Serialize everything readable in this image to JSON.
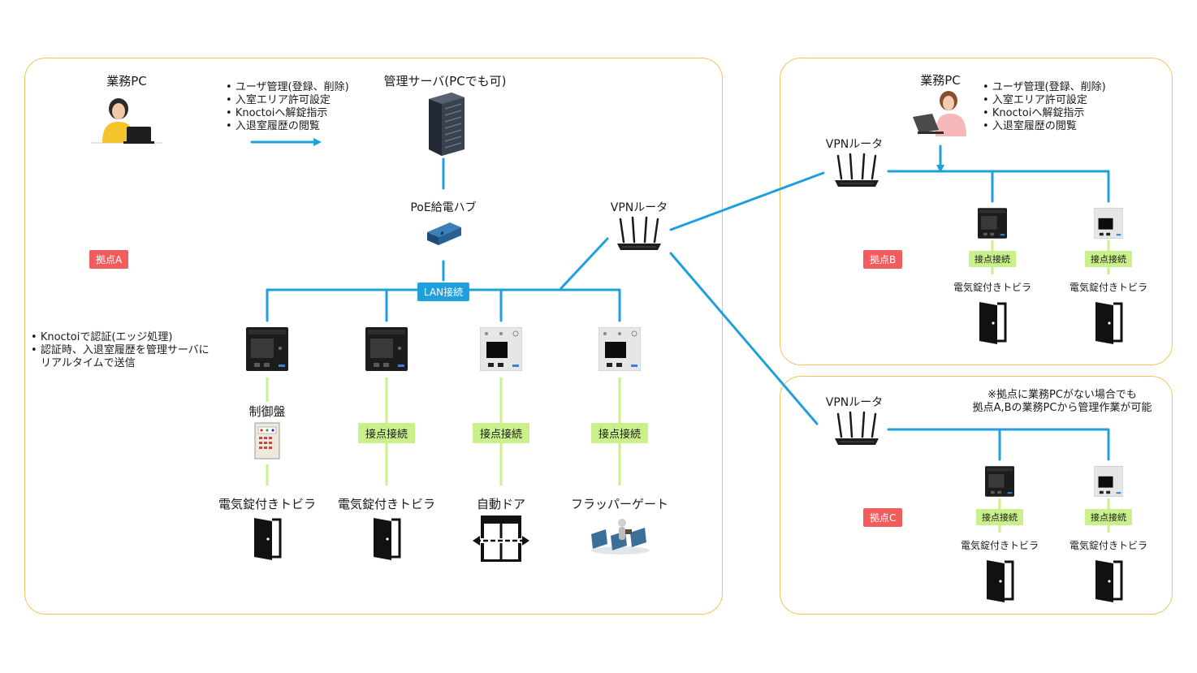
{
  "site_a": {
    "badge": "拠点A",
    "business_pc_label": "業務PC",
    "pc_tasks": [
      "ユーザ管理(登録、削除)",
      "入室エリア許可設定",
      "Knoctoiへ解錠指示",
      "入退室履歴の閲覧"
    ],
    "server_label": "管理サーバ(PCでも可)",
    "poe_hub_label": "PoE給電ハブ",
    "vpn_router_label": "VPNルータ",
    "lan_label": "LAN接続",
    "device_notes": [
      "Knoctoiで認証(エッジ処理)",
      "認証時、入退室履歴を管理サーバに",
      "リアルタイムで送信"
    ],
    "control_panel_label": "制御盤",
    "contact_label": "接点接続",
    "targets": [
      "電気錠付きトビラ",
      "電気錠付きトビラ",
      "自動ドア",
      "フラッパーゲート"
    ]
  },
  "site_b": {
    "badge": "拠点B",
    "business_pc_label": "業務PC",
    "pc_tasks": [
      "ユーザ管理(登録、削除)",
      "入室エリア許可設定",
      "Knoctoiへ解錠指示",
      "入退室履歴の閲覧"
    ],
    "vpn_router_label": "VPNルータ",
    "contact_label": "接点接続",
    "targets": [
      "電気錠付きトビラ",
      "電気錠付きトビラ"
    ]
  },
  "site_c": {
    "badge": "拠点C",
    "vpn_router_label": "VPNルータ",
    "note_line1": "※拠点に業務PCがない場合でも",
    "note_line2": "拠点A,Bの業務PCから管理作業が可能",
    "contact_label": "接点接続",
    "targets": [
      "電気錠付きトビラ",
      "電気錠付きトビラ"
    ]
  },
  "colors": {
    "region_border": "#f4c45a",
    "network_line": "#1fa0dc",
    "contact_line": "#c9f08a",
    "site_badge": "#f15c5c"
  },
  "icons": [
    "woman-laptop-icon",
    "server-rack-icon",
    "poe-hub-icon",
    "router-icon",
    "access-terminal-icon",
    "control-panel-icon",
    "door-icon",
    "automatic-door-icon",
    "flapper-gate-icon"
  ]
}
